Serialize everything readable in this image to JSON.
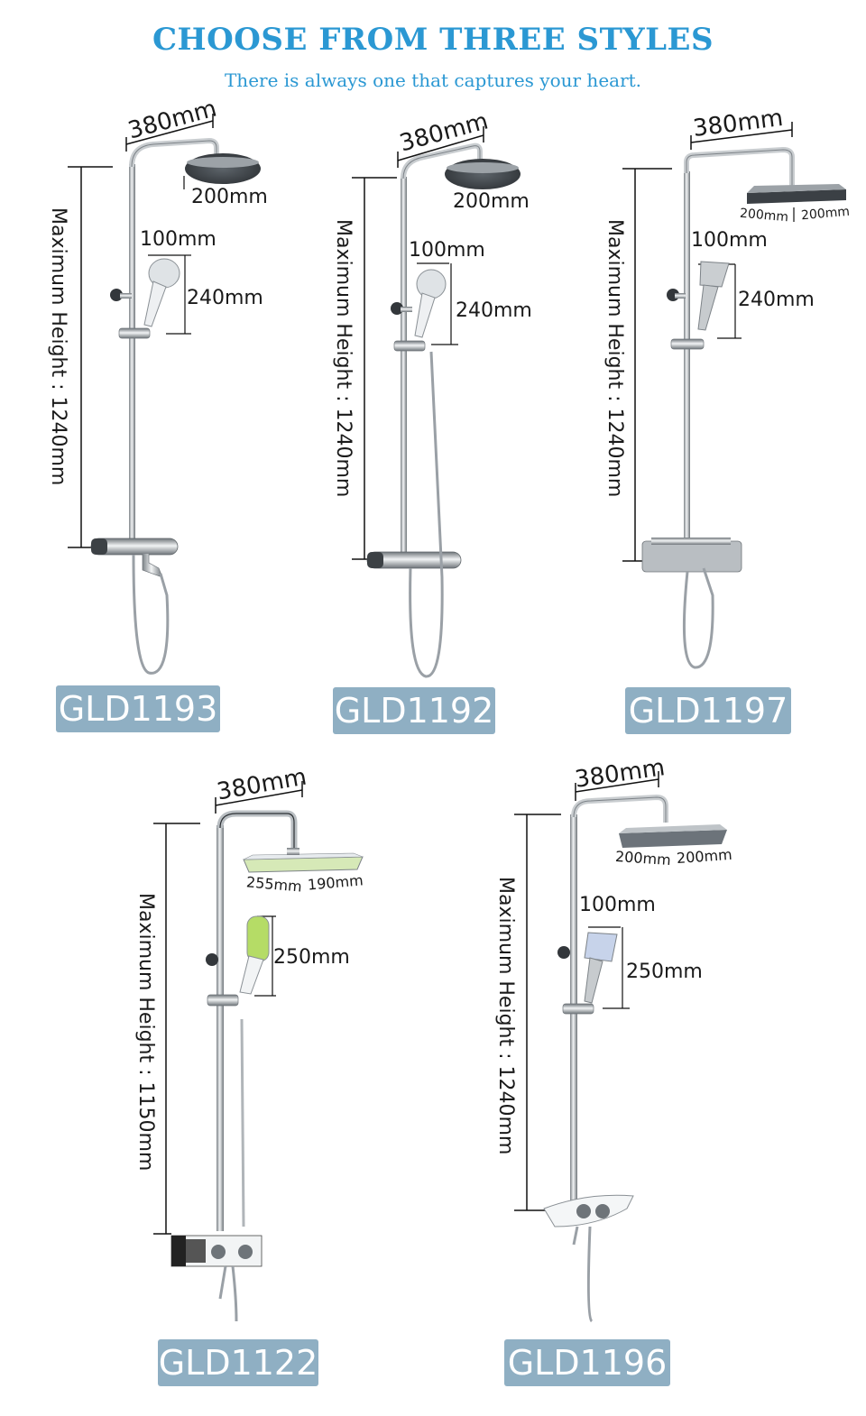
{
  "header": {
    "title": "CHOOSE FROM THREE STYLES",
    "subtitle": "There is always one that captures your heart."
  },
  "products": [
    {
      "model": "GLD1193",
      "arm_width": "380mm",
      "head_size": "200mm",
      "hand_width": "100mm",
      "hand_length": "240mm",
      "max_height": "Maximum Height : 1240mm"
    },
    {
      "model": "GLD1192",
      "arm_width": "380mm",
      "head_size": "200mm",
      "hand_width": "100mm",
      "hand_length": "240mm",
      "max_height": "Maximum Height : 1240mm"
    },
    {
      "model": "GLD1197",
      "arm_width": "380mm",
      "head_w": "200mm",
      "head_d": "200mm",
      "hand_width": "100mm",
      "hand_length": "240mm",
      "max_height": "Maximum Height : 1240mm"
    },
    {
      "model": "GLD1122",
      "arm_width": "380mm",
      "head_w": "255mm",
      "head_d": "190mm",
      "hand_length": "250mm",
      "max_height": "Maximum Height : 1150mm"
    },
    {
      "model": "GLD1196",
      "arm_width": "380mm",
      "head_w": "200mm",
      "head_d": "200mm",
      "hand_width": "100mm",
      "hand_length": "250mm",
      "max_height": "Maximum Height : 1240mm"
    }
  ],
  "colors": {
    "accent": "#2b98d3",
    "badge": "#8fafc3",
    "chrome": "#9aa0a6"
  }
}
